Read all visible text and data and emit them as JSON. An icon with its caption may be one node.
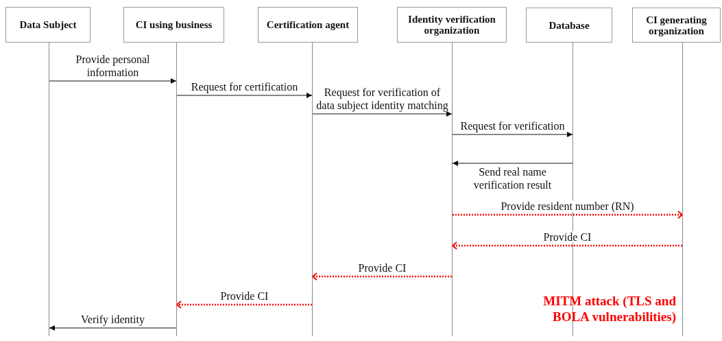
{
  "diagram": {
    "nodes": [
      {
        "text": [
          "Data Subject"
        ]
      },
      {
        "text": [
          "CI using business"
        ]
      },
      {
        "text": [
          "Certification agent"
        ]
      },
      {
        "text": [
          "Identity verification organization"
        ]
      },
      {
        "text": [
          "Database"
        ]
      },
      {
        "text": [
          "CI generating organization"
        ]
      },
      {
        "text": [],
        "shape": "line"
      },
      {
        "text": [],
        "shape": "line"
      },
      {
        "text": [],
        "shape": "line"
      },
      {
        "text": [],
        "shape": "line"
      },
      {
        "text": [],
        "shape": "line"
      },
      {
        "text": [],
        "shape": "line"
      }
    ],
    "edges": [
      {
        "from": 6,
        "to": 7,
        "arrow": "to",
        "label": "Provide personal information"
      },
      {
        "from": 7,
        "to": 8,
        "arrow": "to",
        "label": "Request for certification"
      },
      {
        "from": 8,
        "to": 9,
        "arrow": "to",
        "label": "Request for verification of data subject identity matching"
      },
      {
        "from": 9,
        "to": 10,
        "arrow": "to",
        "label": "Request for verification"
      },
      {
        "from": 10,
        "to": 9,
        "arrow": "to",
        "label": "Send real name verification result"
      },
      {
        "from": 9,
        "to": 11,
        "arrow": "to",
        "label": "Provide resident number (RN)",
        "style": "dashed",
        "color": "#ff0000"
      },
      {
        "from": 11,
        "to": 9,
        "arrow": "to",
        "label": "Provide CI",
        "style": "dashed",
        "color": "#ff0000"
      },
      {
        "from": 9,
        "to": 8,
        "arrow": "to",
        "label": "Provide CI",
        "style": "dashed",
        "color": "#ff0000"
      },
      {
        "from": 8,
        "to": 7,
        "arrow": "to",
        "label": "Provide CI",
        "style": "dashed",
        "color": "#ff0000"
      },
      {
        "from": 7,
        "to": 6,
        "arrow": "to",
        "label": "Verify identity"
      }
    ],
    "labels": [
      "MITM attack (TLS and BOLA vulnerabilities)"
    ]
  }
}
